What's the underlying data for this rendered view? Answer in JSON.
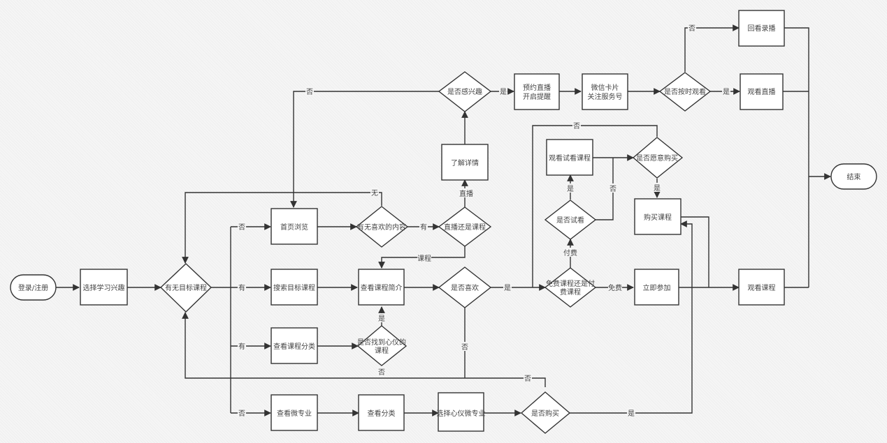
{
  "diagram": {
    "type": "flowchart",
    "title": "",
    "colors": {
      "stroke": "#333333",
      "node_fill": "#ffffff",
      "text": "#444444",
      "background": "#f5f5f5"
    },
    "nodes": [
      {
        "id": "start",
        "shape": "terminal",
        "label": "登录/注册"
      },
      {
        "id": "choose_interest",
        "shape": "process",
        "label": "选择学习兴趣"
      },
      {
        "id": "has_target",
        "shape": "decision",
        "label": "有无目标课程"
      },
      {
        "id": "home_browse",
        "shape": "process",
        "label": "首页浏览"
      },
      {
        "id": "has_interest_content",
        "shape": "decision",
        "label": "有无喜欢的内容"
      },
      {
        "id": "live_or_course",
        "shape": "decision",
        "label": "直播还是课程"
      },
      {
        "id": "learn_details",
        "shape": "process",
        "label": "了解详情"
      },
      {
        "id": "is_interested",
        "shape": "decision",
        "label": "是否感兴趣"
      },
      {
        "id": "reserve_live",
        "shape": "process",
        "label": [
          "预约直播",
          "开启提醒"
        ]
      },
      {
        "id": "wechat_follow",
        "shape": "process",
        "label": [
          "微信卡片",
          "关注服务号"
        ]
      },
      {
        "id": "watch_on_time",
        "shape": "decision",
        "label": "是否按时观看"
      },
      {
        "id": "watch_replay",
        "shape": "process",
        "label": "回看录播"
      },
      {
        "id": "watch_live",
        "shape": "process",
        "label": "观看直播"
      },
      {
        "id": "end",
        "shape": "terminal",
        "label": "结束"
      },
      {
        "id": "search_course",
        "shape": "process",
        "label": "搜索目标课程"
      },
      {
        "id": "view_intro",
        "shape": "process",
        "label": "查看课程简介"
      },
      {
        "id": "like_it",
        "shape": "decision",
        "label": "是否喜欢"
      },
      {
        "id": "free_or_paid",
        "shape": "decision",
        "label": [
          "免费课程还是付",
          "费课程"
        ]
      },
      {
        "id": "trial_ok",
        "shape": "decision",
        "label": "是否试看"
      },
      {
        "id": "trial_watch",
        "shape": "process",
        "label": "观看试看课程"
      },
      {
        "id": "want_buy",
        "shape": "decision",
        "label": "是否愿意购买"
      },
      {
        "id": "buy_course",
        "shape": "process",
        "label": "购买课程"
      },
      {
        "id": "enroll_now",
        "shape": "process",
        "label": "立即参加"
      },
      {
        "id": "watch_course",
        "shape": "process",
        "label": "观看课程"
      },
      {
        "id": "category_view",
        "shape": "process",
        "label": "查看课程分类"
      },
      {
        "id": "found_course",
        "shape": "decision",
        "label": [
          "是否找到心仪的",
          "课程"
        ]
      },
      {
        "id": "micro_major",
        "shape": "process",
        "label": "查看微专业"
      },
      {
        "id": "view_category",
        "shape": "process",
        "label": "查看分类"
      },
      {
        "id": "pick_micro_major",
        "shape": "process",
        "label": "选择心仪微专业"
      },
      {
        "id": "buy_or_not",
        "shape": "decision",
        "label": "是否购买"
      }
    ],
    "edge_labels": {
      "no": "否",
      "yes": "是",
      "have": "有",
      "none": "无",
      "live": "直播",
      "course": "课程",
      "free": "免费",
      "paid": "付费"
    }
  }
}
